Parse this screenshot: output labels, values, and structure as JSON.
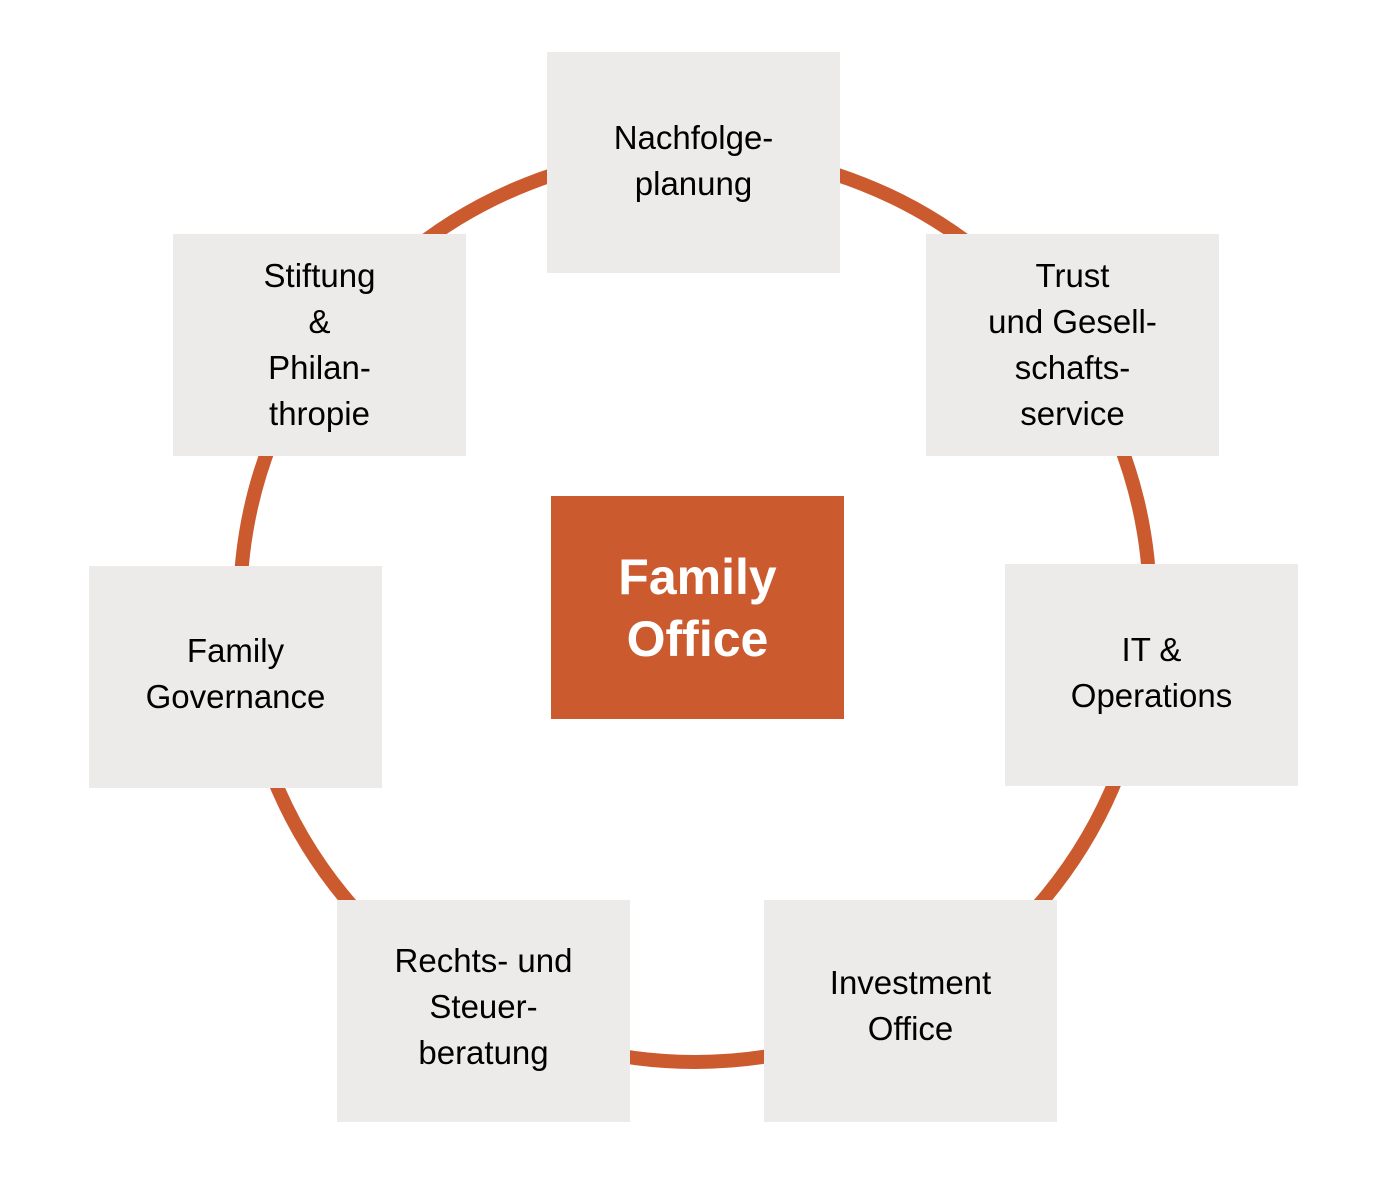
{
  "diagram": {
    "type": "hub-and-ring",
    "colors": {
      "accent": "#cc5a2f",
      "node_fill": "#edebe9",
      "node_text": "#000000",
      "center_text": "#ffffff",
      "background": "#ffffff"
    },
    "center": {
      "label": "Family\nOffice"
    },
    "nodes": [
      {
        "id": "nachfolge",
        "label": "Nachfolge-\nplanung"
      },
      {
        "id": "trust",
        "label": "Trust\nund Gesell-\nschafts-\nservice"
      },
      {
        "id": "it",
        "label": "IT &\nOperations"
      },
      {
        "id": "investment",
        "label": "Investment\nOffice"
      },
      {
        "id": "rechts",
        "label": "Rechts- und\nSteuer-\nberatung"
      },
      {
        "id": "governance",
        "label": "Family\nGovernance"
      },
      {
        "id": "stiftung",
        "label": "Stiftung\n&\nPhilan-\nthropie"
      }
    ]
  }
}
